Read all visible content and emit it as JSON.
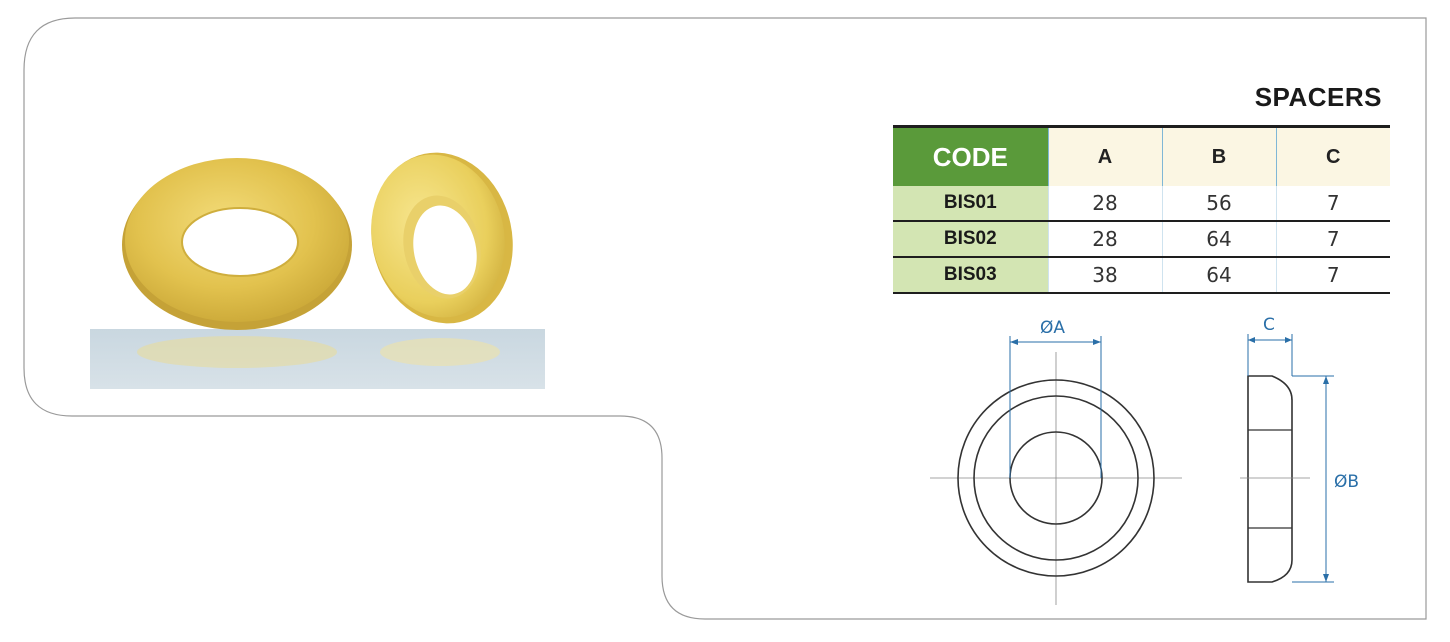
{
  "title": "SPACERS",
  "table": {
    "headers": [
      "CODE",
      "A",
      "B",
      "C"
    ],
    "rows": [
      {
        "code": "BIS01",
        "a": "28",
        "b": "56",
        "c": "7"
      },
      {
        "code": "BIS02",
        "a": "28",
        "b": "64",
        "c": "7"
      },
      {
        "code": "BIS03",
        "a": "38",
        "b": "64",
        "c": "7"
      }
    ]
  },
  "diagram": {
    "label_a": "ØA",
    "label_b": "ØB",
    "label_c": "C"
  },
  "colors": {
    "code_header_bg": "#5a9a3a",
    "code_cell_bg": "#d3e5b3",
    "dimension_blue": "#2a6fa8",
    "brass": "#e4c650"
  }
}
